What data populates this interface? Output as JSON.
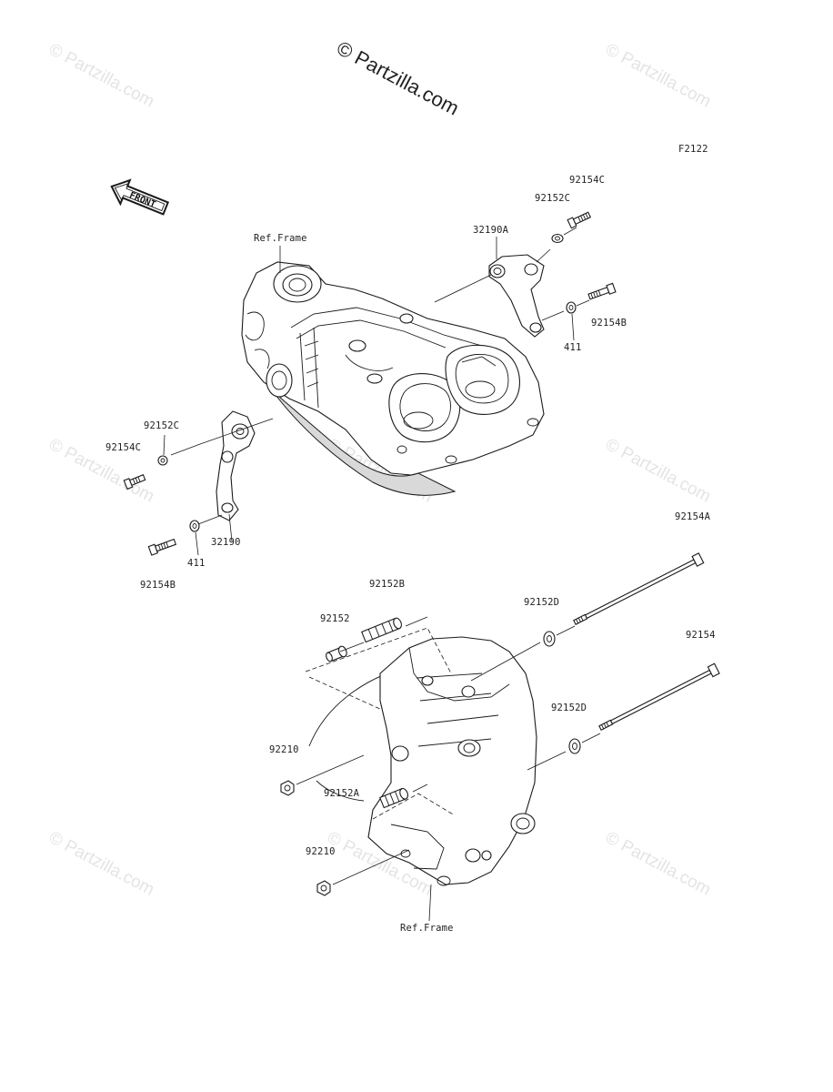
{
  "diagram": {
    "watermark": "© Partzilla.com",
    "figure_code": "F2122",
    "front_label": "FRONT",
    "ref_frame_top": "Ref.Frame",
    "ref_frame_bottom": "Ref.Frame",
    "parts": {
      "p92154C_right": "92154C",
      "p92152C_right": "92152C",
      "p32190A": "32190A",
      "p92154B_right": "92154B",
      "p411_right": "411",
      "p92152C_left": "92152C",
      "p92154C_left": "92154C",
      "p32190": "32190",
      "p411_left": "411",
      "p92154B_left": "92154B",
      "p92154A": "92154A",
      "p92152B": "92152B",
      "p92152": "92152",
      "p92152D_top": "92152D",
      "p92154": "92154",
      "p92152D_bottom": "92152D",
      "p92210_top": "92210",
      "p92152A": "92152A",
      "p92210_bottom": "92210"
    }
  }
}
